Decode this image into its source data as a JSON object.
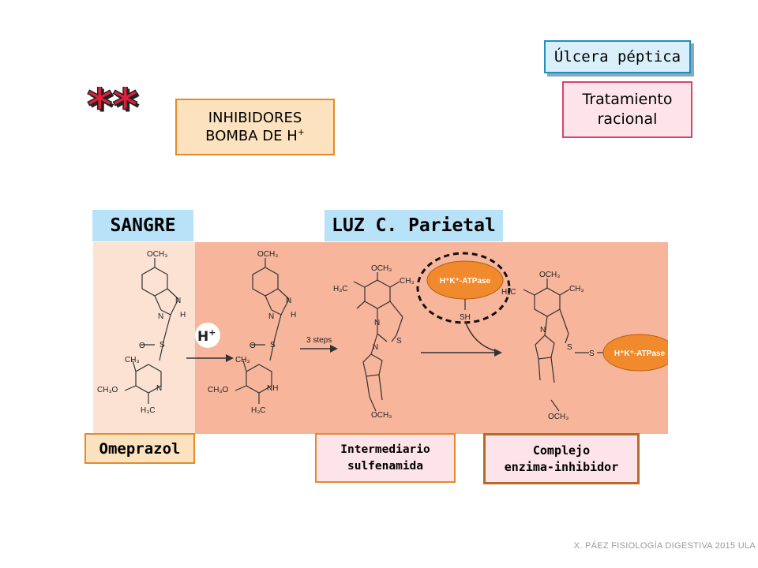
{
  "header": {
    "title": "Úlcera péptica",
    "subtitle_line1": "Tratamiento",
    "subtitle_line2": "racional"
  },
  "drug_class": {
    "line1": "INHIBIDORES",
    "line2": "BOMBA DE H",
    "superscript": "+",
    "marker": "**"
  },
  "compartments": {
    "blood": "SANGRE",
    "lumen": "LUZ C. Parietal"
  },
  "reaction": {
    "proton_label": "H",
    "proton_charge": "+",
    "steps_label": "3 steps",
    "enzyme_label": "H⁺K⁺-ATPase",
    "enzyme_label_product": "H⁺K⁺-ATPase",
    "sh_label": "SH",
    "groups": {
      "och3": "OCH",
      "h3c": "H",
      "ch3": "CH",
      "ch3o": "CH",
      "nh": "NH",
      "n": "N",
      "h": "H",
      "o": "O",
      "s": "S"
    }
  },
  "labels": {
    "omeprazol": "Omeprazol",
    "intermediario_line1": "Intermediario",
    "intermediario_line2": "sulfenamida",
    "complejo_line1": "Complejo",
    "complejo_line2": "enzima-inhibidor"
  },
  "footer": "X. PÁEZ   FISIOLOGÍA DIGESTIVA 2015  ULA",
  "colors": {
    "title_fill": "#d9f0fb",
    "title_border": "#1f8fbf",
    "pink_border": "#d8436e",
    "orange_border": "#e58a28",
    "label_fill": "#b8e2f8",
    "lumen_fill": "#f7b59b",
    "blood_fill": "#fce2d3",
    "enzyme_fill": "#f08a2c"
  }
}
